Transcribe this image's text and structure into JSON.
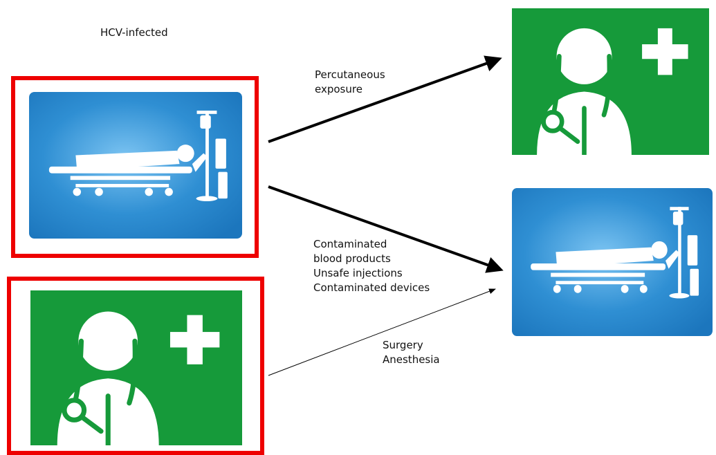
{
  "diagram": {
    "source_label": "HCV-infected",
    "edges": [
      {
        "lines": [
          "Percutaneous",
          "exposure"
        ]
      },
      {
        "lines": [
          "Contaminated",
          "blood products",
          "Unsafe injections",
          "Contaminated devices"
        ]
      },
      {
        "lines": [
          "Surgery",
          "Anesthesia"
        ]
      }
    ],
    "colors": {
      "highlight_border": "#ee0000",
      "patient_sign": "#2f8fd3",
      "doctor_sign": "#169a3a",
      "arrow": "#000000"
    },
    "icons": {
      "patient": "patient-in-bed-icon",
      "doctor": "doctor-with-stethoscope-icon"
    }
  }
}
